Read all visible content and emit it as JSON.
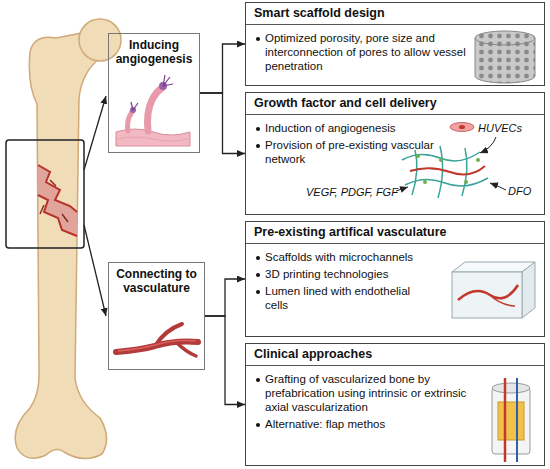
{
  "diagram": {
    "nodes": [
      {
        "text": [
          "Inducing angiogenesis"
        ]
      },
      {
        "text": [
          "Smart scaffold design",
          "Optimized porosity, pore size and interconnection of pores to allow vessel penetration"
        ]
      },
      {
        "text": [
          "Growth factor and cell delivery",
          "Induction of angiogenesis",
          "Provision of pre-existing vascular network",
          "HUVECs",
          "VEGF, PDGF, FGF",
          "DFO"
        ]
      },
      {
        "text": [
          "Connecting to vasculature"
        ]
      },
      {
        "text": [
          "Pre-existing artifical vasculature",
          "Scaffolds with microchannels",
          "3D printing technologies",
          "Lumen lined with endothelial cells"
        ]
      },
      {
        "text": [
          "Clinical approaches",
          "Grafting of vascularized bone by prefabrication using intrinsic or extrinsic axial vascularization",
          "Alternative: flap methos"
        ]
      }
    ],
    "edges": [
      {
        "from": 0,
        "to": 1,
        "arrow": "to"
      },
      {
        "from": 0,
        "to": 2,
        "arrow": "to"
      },
      {
        "from": 3,
        "to": 4,
        "arrow": "to"
      },
      {
        "from": 3,
        "to": 5,
        "arrow": "to"
      }
    ]
  }
}
